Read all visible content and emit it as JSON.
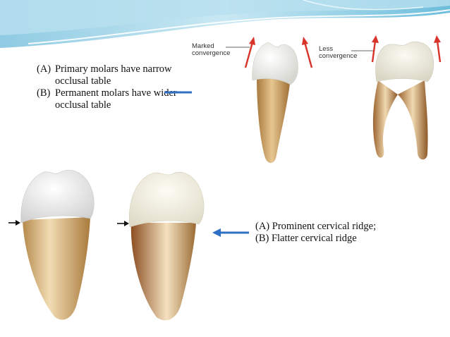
{
  "colors": {
    "wave_light": "#cfeaf4",
    "wave_mid": "#9fd3e8",
    "wave_dark": "#5fb6d6",
    "arrow_blue": "#2f6fc4",
    "arrow_red": "#d9342b",
    "enamel": "#eeeeea",
    "root": "#c79a5a"
  },
  "top_caption": {
    "line_a_marker": "(A)",
    "line_a_text": "Primary molars have narrow occlusal table",
    "line_b_marker": "(B)",
    "line_b_text": "Permanent molars have wider occlusal table"
  },
  "figure_top": {
    "label_marked": "Marked\nconvergence",
    "label_marked_1": "Marked",
    "label_marked_2": "convergence",
    "label_less_1": "Less",
    "label_less_2": "convergence"
  },
  "bottom_caption": {
    "line_a": "(A) Prominent cervical ridge;",
    "line_b": "(B) Flatter cervical ridge"
  },
  "icons": [
    "right-arrow-icon",
    "left-arrow-icon",
    "convergence-arrow-icon",
    "cervical-pointer-icon"
  ]
}
